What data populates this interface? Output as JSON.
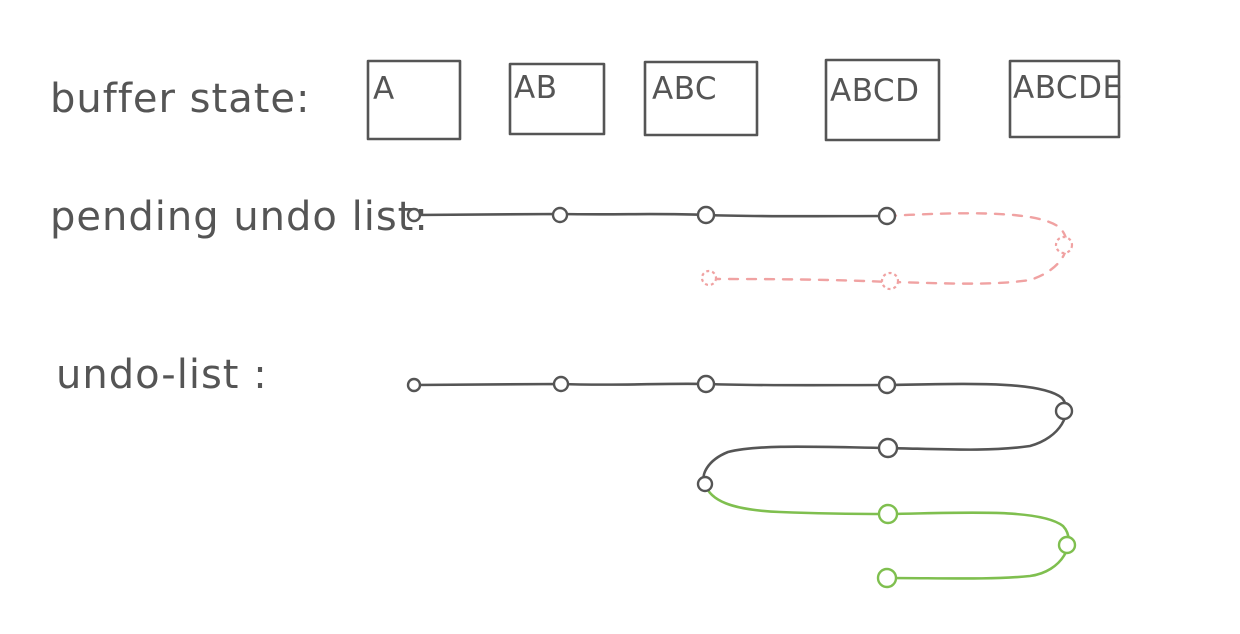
{
  "labels": {
    "buffer_state": "buffer state:",
    "pending_undo_list": "pending undo list:",
    "undo_list": "undo-list :"
  },
  "buffer_states": [
    "A",
    "AB",
    "ABC",
    "ABCD",
    "ABCDE"
  ],
  "colors": {
    "ink": "#555555",
    "pending": "#f0a2a2",
    "new_entries": "#7fbf4f"
  }
}
